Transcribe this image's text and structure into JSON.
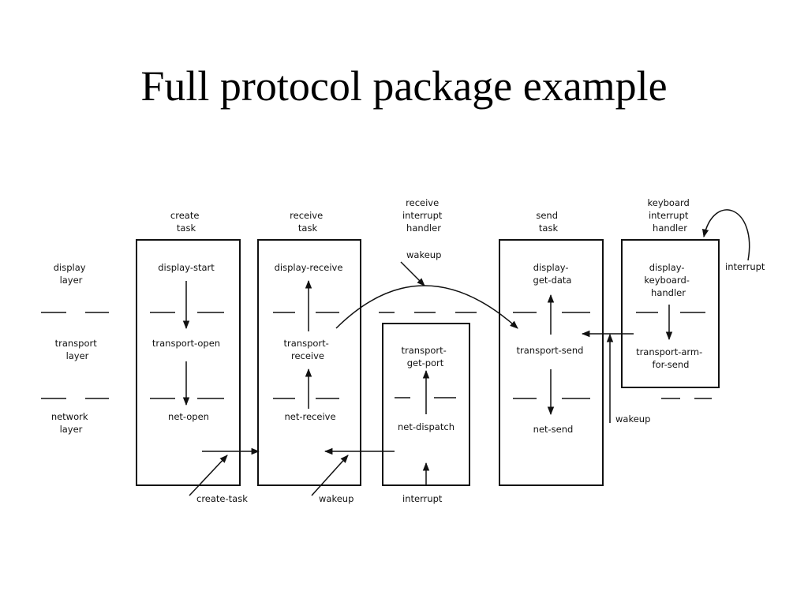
{
  "title": "Full protocol package example",
  "layers": {
    "display": [
      "display",
      "layer"
    ],
    "transport": [
      "transport",
      "layer"
    ],
    "network": [
      "network",
      "layer"
    ]
  },
  "columns": {
    "create": {
      "header": [
        "create",
        "task"
      ],
      "display": [
        "display-start"
      ],
      "transport": [
        "transport-open"
      ],
      "network": [
        "net-open"
      ]
    },
    "receive": {
      "header": [
        "receive",
        "task"
      ],
      "display": [
        "display-receive"
      ],
      "transport": [
        "transport-",
        "receive"
      ],
      "network": [
        "net-receive"
      ]
    },
    "interrupt_handler": {
      "header": [
        "receive",
        "interrupt",
        "handler"
      ],
      "transport": [
        "transport-",
        "get-port"
      ],
      "network": [
        "net-dispatch"
      ]
    },
    "send": {
      "header": [
        "send",
        "task"
      ],
      "display": [
        "display-",
        "get-data"
      ],
      "transport": [
        "transport-send"
      ],
      "network": [
        "net-send"
      ]
    },
    "keyboard": {
      "header": [
        "keyboard",
        "interrupt",
        "handler"
      ],
      "display": [
        "display-",
        "keyboard-",
        "handler"
      ],
      "transport": [
        "transport-arm-",
        "for-send"
      ]
    }
  },
  "annotations": {
    "wakeup_top": "wakeup",
    "interrupt_right": "interrupt",
    "wakeup_right": "wakeup",
    "create_task": "create-task",
    "wakeup_bottom": "wakeup",
    "interrupt_bottom": "interrupt"
  }
}
